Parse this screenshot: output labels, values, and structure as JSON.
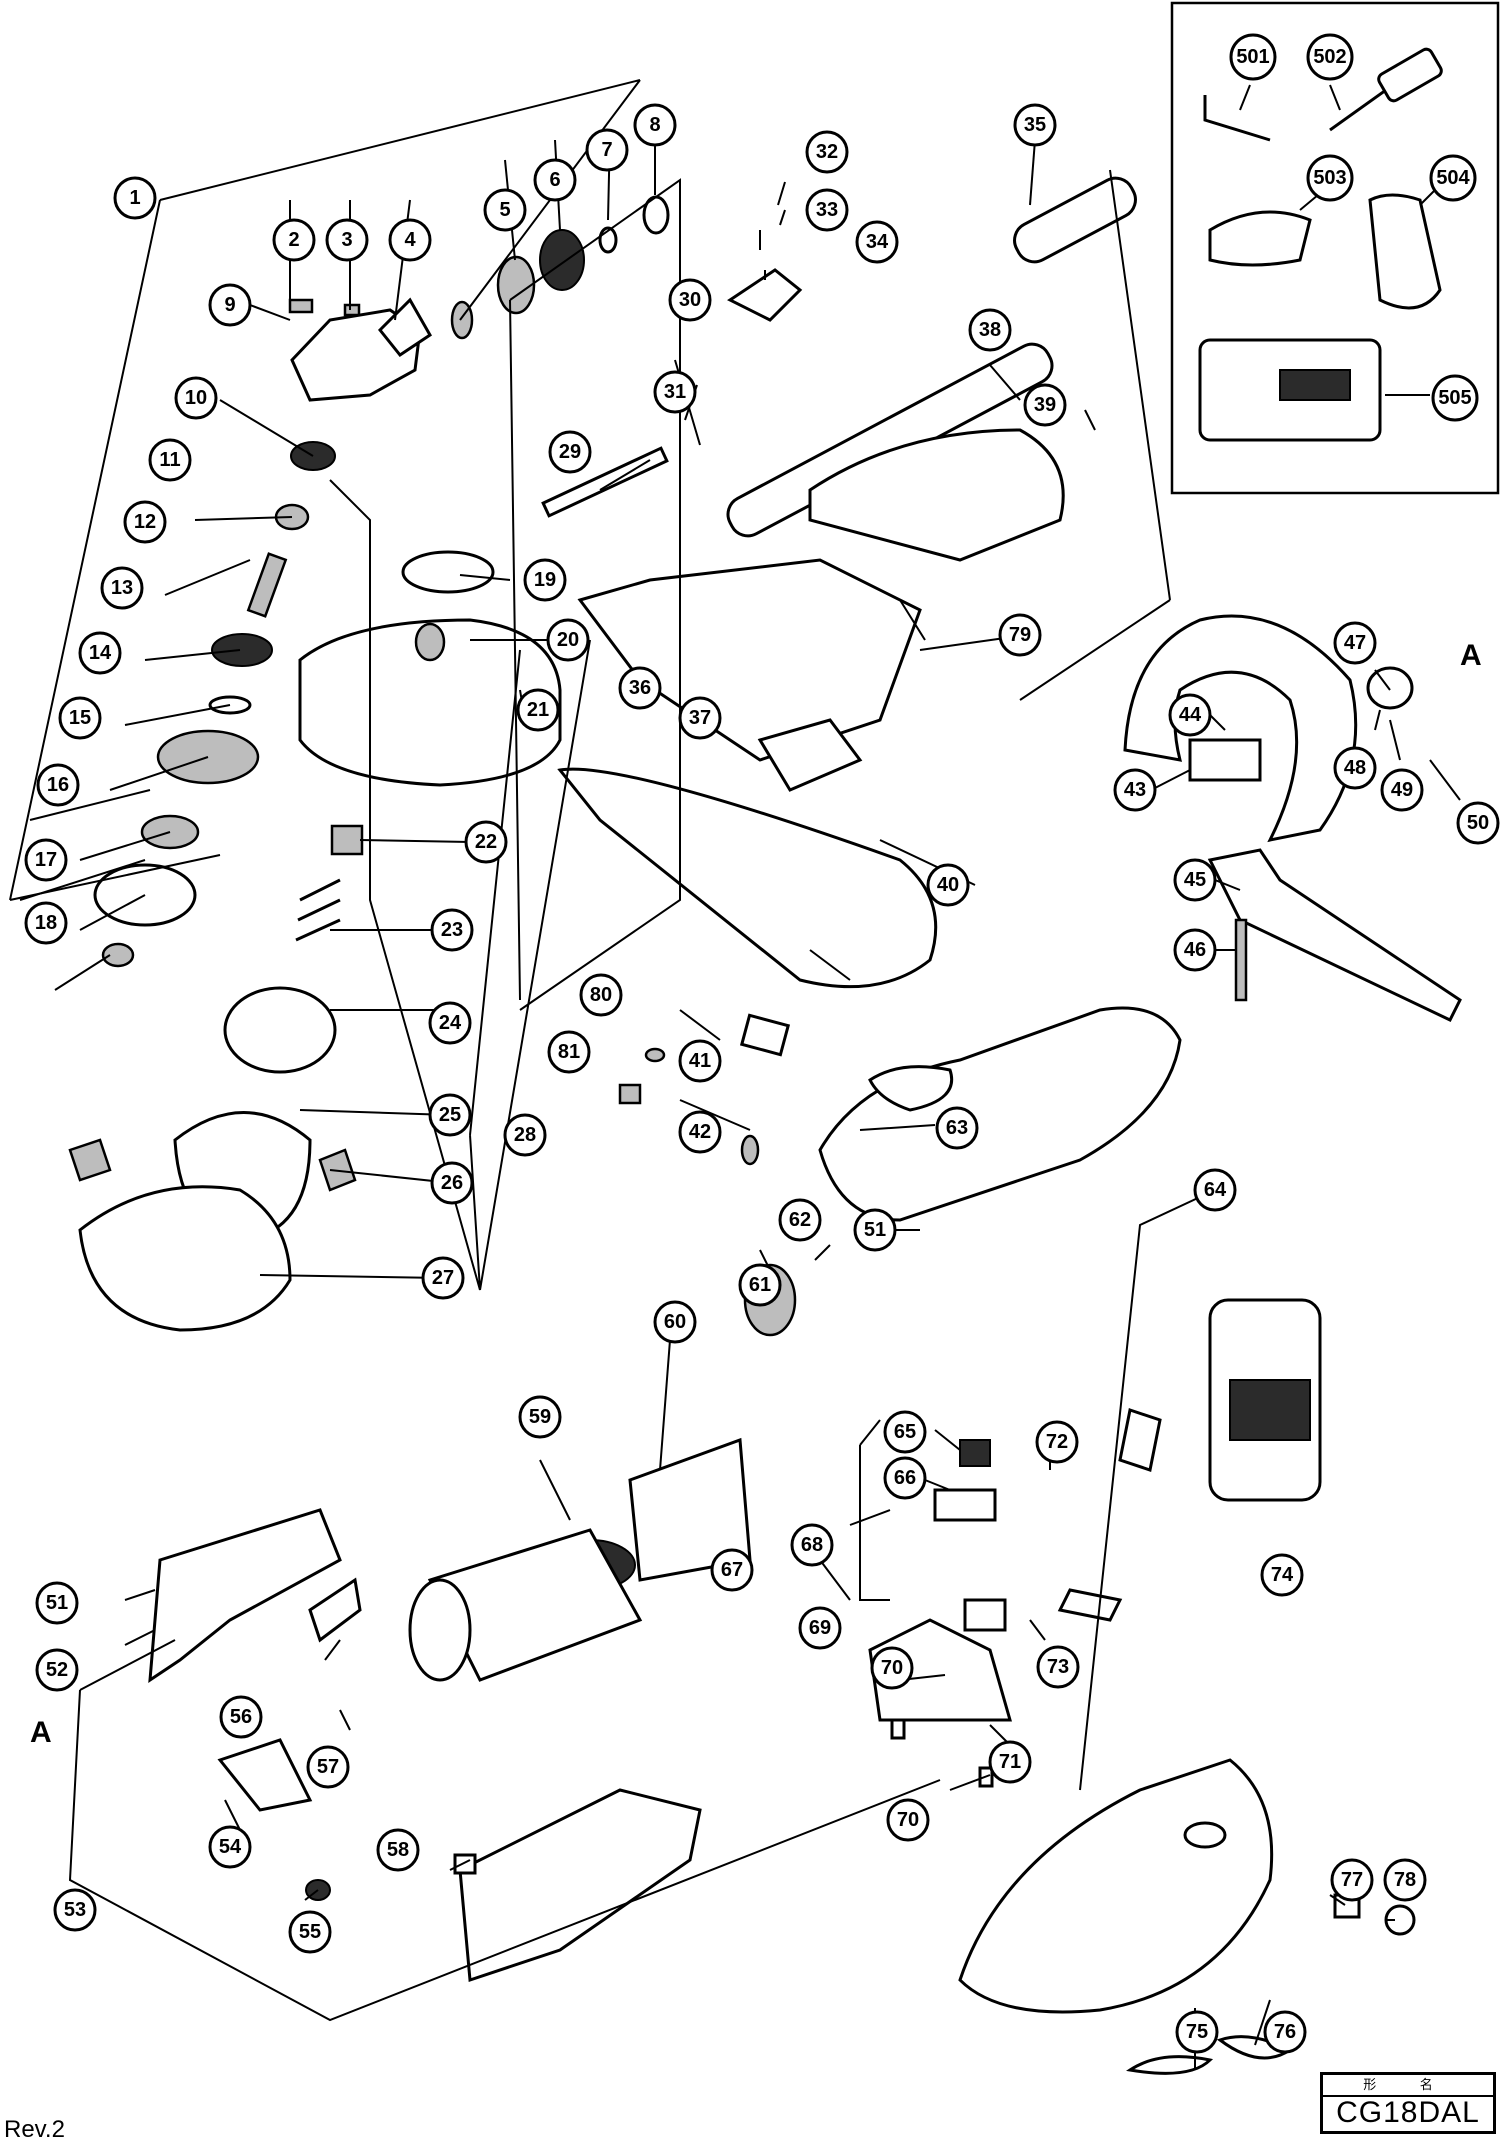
{
  "revision": "Rev.2",
  "title_block": {
    "header": "形 名",
    "model": "CG18DAL"
  },
  "ref_letter": "A",
  "callouts": [
    "1",
    "2",
    "3",
    "4",
    "5",
    "6",
    "7",
    "8",
    "9",
    "10",
    "11",
    "12",
    "13",
    "14",
    "15",
    "16",
    "17",
    "18",
    "19",
    "20",
    "21",
    "22",
    "23",
    "24",
    "25",
    "26",
    "27",
    "28",
    "29",
    "30",
    "31",
    "32",
    "33",
    "34",
    "35",
    "36",
    "37",
    "38",
    "39",
    "40",
    "41",
    "42",
    "43",
    "44",
    "45",
    "46",
    "47",
    "48",
    "49",
    "50",
    "51",
    "52",
    "53",
    "54",
    "55",
    "56",
    "57",
    "58",
    "59",
    "60",
    "61",
    "62",
    "63",
    "64",
    "65",
    "66",
    "67",
    "68",
    "69",
    "70",
    "71",
    "72",
    "73",
    "74",
    "75",
    "76",
    "77",
    "78",
    "79",
    "80",
    "81",
    "501",
    "502",
    "503",
    "504",
    "505"
  ]
}
